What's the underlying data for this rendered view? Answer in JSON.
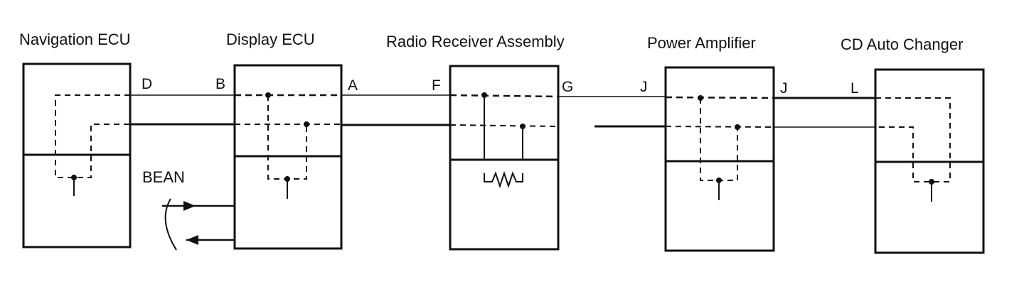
{
  "components": [
    {
      "id": "nav",
      "name": "Navigation ECU"
    },
    {
      "id": "disp",
      "name": "Display ECU"
    },
    {
      "id": "radio",
      "name": "Radio Receiver Assembly"
    },
    {
      "id": "amp",
      "name": "Power Amplifier"
    },
    {
      "id": "cd",
      "name": "CD Auto Changer"
    }
  ],
  "connectors": {
    "nav_out": "D",
    "disp_in": "B",
    "disp_out": "A",
    "radio_in": "F",
    "radio_out": "G",
    "amp_in": "J",
    "amp_out": "J",
    "cd_in": "L"
  },
  "bus_label": "BEAN"
}
